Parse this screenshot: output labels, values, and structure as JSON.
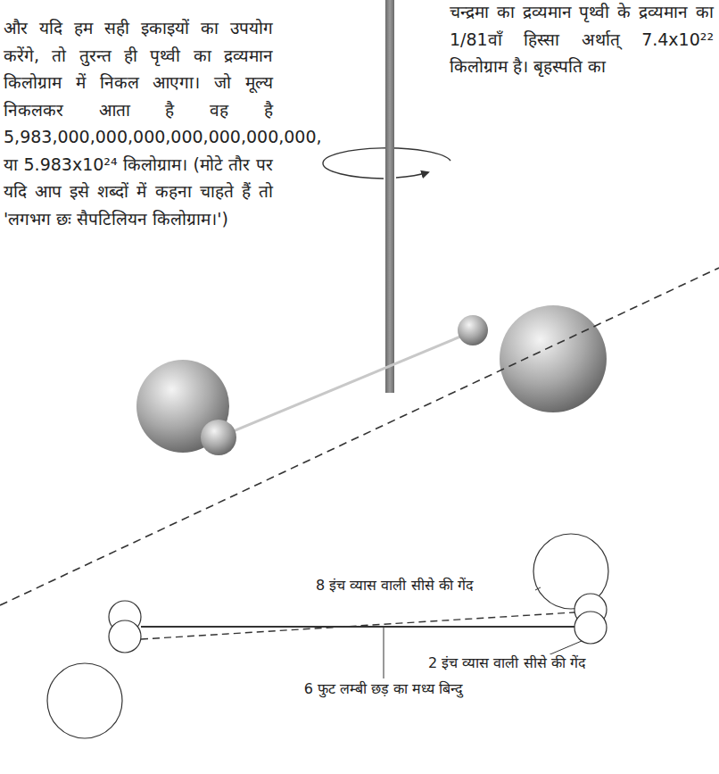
{
  "diagram": {
    "labels": [
      "और यदि हम सही इकाइयों का उपयोग करेंगे, तो तुरन्त ही पृथ्वी का द्रव्यमान किलोग्राम में निकल आएगा। जो मूल्य निकलकर आता है वह है 5,983,000,000,000,000,000,000,000, या 5.983x10²⁴ किलोग्राम। (मोटे तौर पर यदि आप इसे शब्दों में कहना चाहते हैं तो 'लगभग छः सैपटिलियन किलोग्राम।')",
      "चन्द्रमा का द्रव्यमान पृथ्वी के द्रव्यमान का 1/81वाँ हिस्सा अर्थात् 7.4x10²² किलोग्राम है। बृहस्पति का",
      "8 इंच व्यास वाली सीसे की गेंद",
      "2 इंच व्यास वाली सीसे की गेंद",
      "6 फुट लम्बी छड़ का मध्य बिन्दु"
    ]
  }
}
